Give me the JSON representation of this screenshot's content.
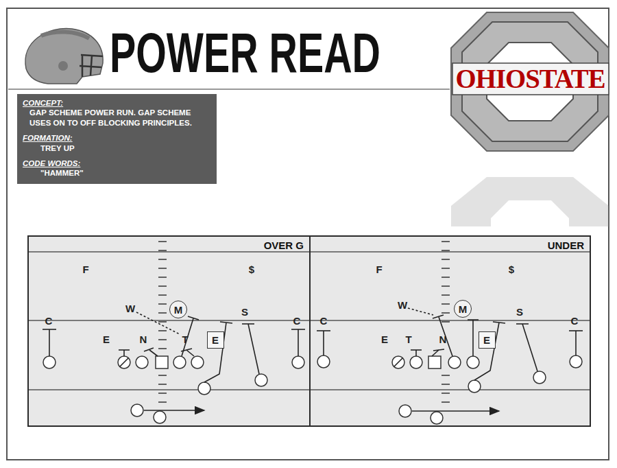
{
  "diagram": {
    "title": "POWER READ",
    "nodes": [
      {
        "text": [
          "CONCEPT:",
          "GAP SCHEME POWER RUN. GAP SCHEME USES ON TO OFF BLOCKING PRINCIPLES.",
          "FORMATION:",
          "TREY UP",
          "CODE WORDS:",
          "\"HAMMER\""
        ]
      },
      {
        "text": [
          "OVER G"
        ]
      },
      {
        "text": [
          "M"
        ],
        "in": 1
      },
      {
        "text": [
          "E"
        ],
        "in": 1
      },
      {
        "text": [
          "UNDER"
        ]
      },
      {
        "text": [
          "M"
        ],
        "in": 4
      },
      {
        "text": [
          "E"
        ],
        "in": 4
      }
    ],
    "labels": [
      "OHIOSTATE",
      "F",
      "$",
      "W",
      "S",
      "C",
      "C",
      "E",
      "N",
      "T",
      "F",
      "$",
      "W",
      "S",
      "C",
      "C",
      "E",
      "T",
      "N"
    ]
  }
}
